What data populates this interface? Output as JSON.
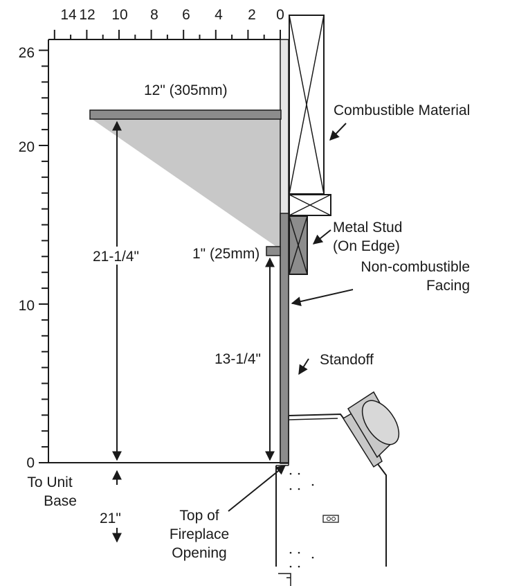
{
  "top_axis": {
    "labels": [
      "14",
      "12",
      "10",
      "8",
      "6",
      "4",
      "2",
      "0"
    ]
  },
  "left_axis": {
    "labels": [
      "26",
      "20",
      "10",
      "0"
    ]
  },
  "labels": {
    "mantel_12": "12\" (305mm)",
    "mantel_1": "1\" (25mm)",
    "dim_21_14": "21-1/4\"",
    "dim_13_14": "13-1/4\"",
    "dim_21": "21\"",
    "combustible": "Combustible Material",
    "metal_stud_1": "Metal Stud",
    "metal_stud_2": "(On Edge)",
    "noncomb_1": "Non-combustible",
    "noncomb_2": "Facing",
    "standoff": "Standoff",
    "unit_base_1": "To Unit",
    "unit_base_2": "Base",
    "opening_1": "Top of",
    "opening_2": "Fireplace",
    "opening_3": "Opening"
  },
  "colors": {
    "line": "#1a1a1a",
    "shade": "#c8c8c8",
    "mantel": "#8c8c8c",
    "facing": "#8c8c8c",
    "wall": "#e6e6e6"
  }
}
